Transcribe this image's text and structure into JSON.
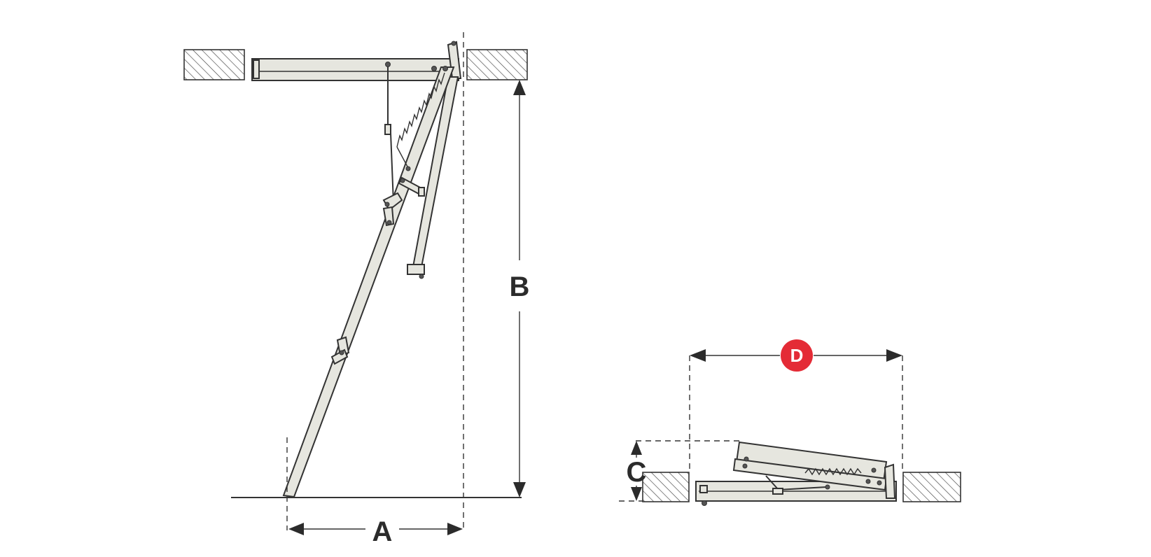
{
  "labels": {
    "a": "A",
    "b": "B",
    "c": "C",
    "d": "D"
  },
  "colors": {
    "badge": "#e42b36",
    "line": "#333333",
    "wood": "#e6e6df"
  }
}
